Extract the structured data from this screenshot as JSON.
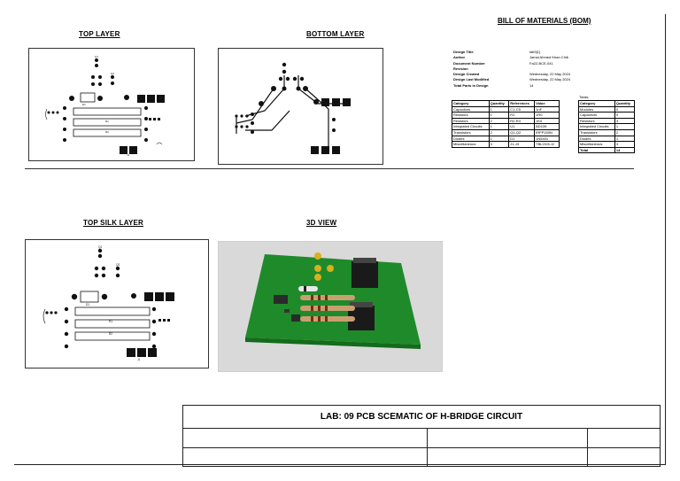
{
  "layers": {
    "top_title": "TOP LAYER",
    "bottom_title": "BOTTOM LAYER",
    "silk_title": "TOP SILK LAYER",
    "view3d_title": "3D VIEW"
  },
  "bom": {
    "title": "BILL OF MATERIALS (BOM)",
    "meta": [
      {
        "k": "Design Title",
        "v": "lab9[1]"
      },
      {
        "k": "Author",
        "v": "Jamal Ahmed Khan Chib"
      },
      {
        "k": "Document Number",
        "v": "Fa22-BCE-041"
      },
      {
        "k": "Revision",
        "v": ""
      },
      {
        "k": "Design Created",
        "v": "Wednesday, 22 May 2024"
      },
      {
        "k": "Design Last Modified",
        "v": "Wednesday, 22 May 2024"
      },
      {
        "k": "Total Parts In Design",
        "v": "14"
      }
    ],
    "parts_headers": [
      "Category",
      "Quantity",
      "References",
      "Value"
    ],
    "parts_rows": [
      [
        "Capacitors",
        "1",
        "C1-C5",
        "1nF"
      ],
      [
        "Resistors",
        "1",
        "R1",
        "1R0"
      ],
      [
        "Resistors",
        "2",
        "R2-R3",
        "1K0"
      ],
      [
        "Integrated Circuits",
        "1",
        "U1",
        "BD139"
      ],
      [
        "Transistors",
        "2",
        "Q1-Q2",
        "IRFP150N"
      ],
      [
        "Diodes",
        "1",
        "D1",
        "1N5401"
      ],
      [
        "Miscellaneous",
        "3",
        "J1-J3",
        "TBLOCK-I2"
      ]
    ],
    "totals_label": "Totals",
    "totals_headers": [
      "Category",
      "Quantity"
    ],
    "totals_rows": [
      [
        "Modules",
        "0"
      ],
      [
        "Capacitors",
        "0"
      ],
      [
        "Resistors",
        "3"
      ],
      [
        "Integrated Circuits",
        "1"
      ],
      [
        "Transistors",
        "2"
      ],
      [
        "Diodes",
        "1"
      ],
      [
        "Miscellaneous",
        "3"
      ]
    ],
    "total_label": "Total",
    "total_value": "14"
  },
  "pcb_labels": {
    "r1": "R1",
    "r2": "R2",
    "r3": "R3",
    "q1": "Q1",
    "q2": "Q2",
    "d1": "D1",
    "u1": "U1",
    "j1": "J1",
    "j2": "J2",
    "j3": "J3"
  },
  "title_block": {
    "title": "LAB: 09  PCB SCEMATIC OF H-BRIDGE CIRCUIT"
  },
  "colors": {
    "board_green": "#1f8a2a",
    "view_bg": "#d9d9d9",
    "resistor_body": "#c8a070"
  }
}
